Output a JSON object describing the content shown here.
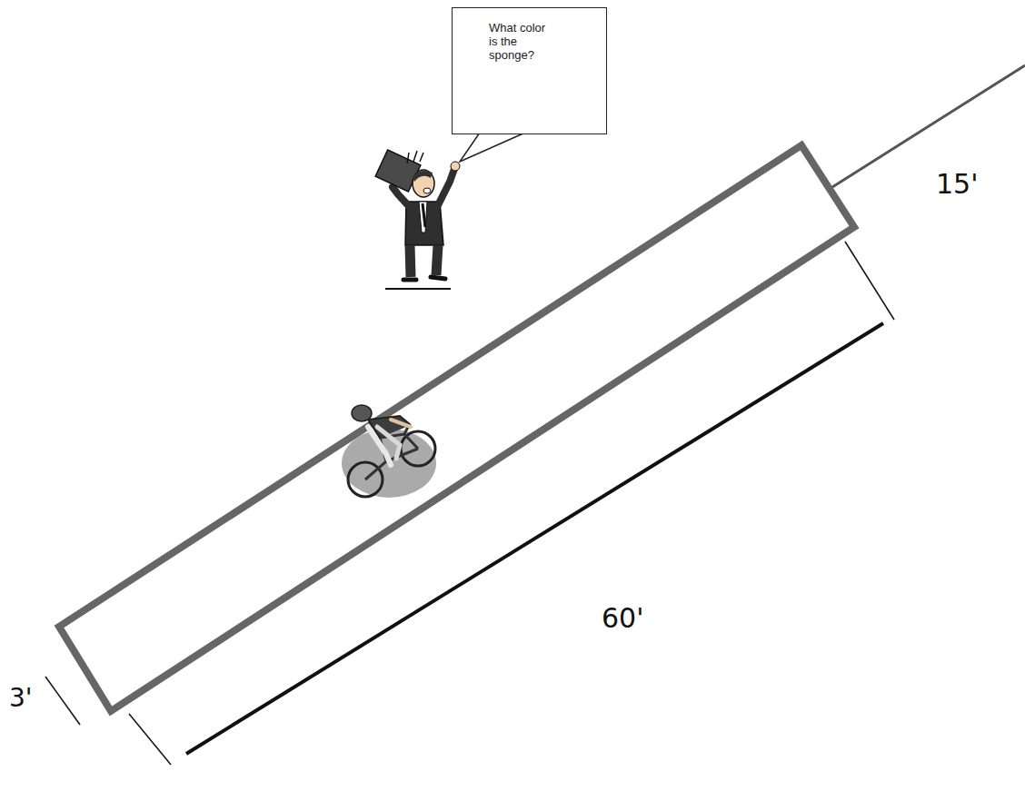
{
  "diagram": {
    "nodes": [
      {
        "text": [
          "What color is the sponge?"
        ]
      }
    ],
    "labels": [
      "15'",
      "60'",
      "3'"
    ]
  }
}
